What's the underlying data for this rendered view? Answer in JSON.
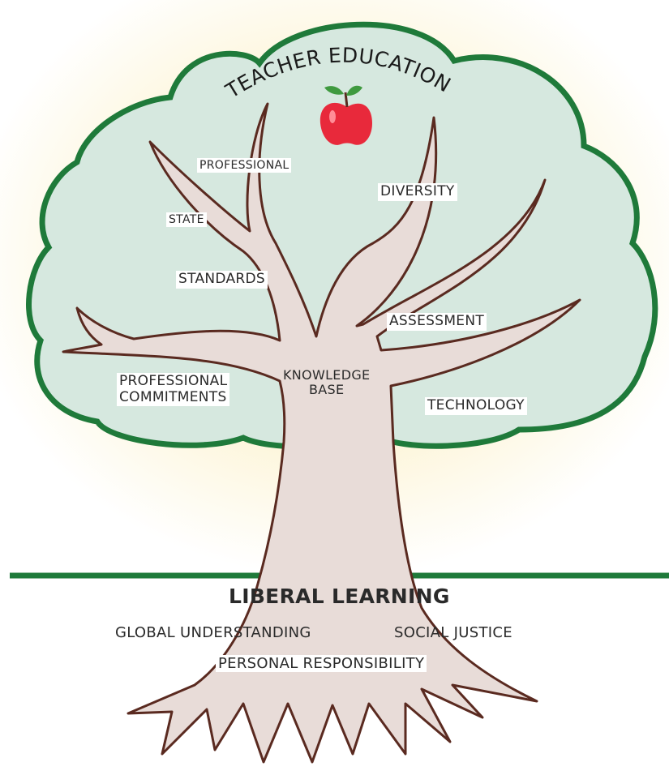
{
  "canopy": {
    "title": "TEACHER EDUCATION",
    "fill_color": "#d6e8df",
    "outline_color": "#1f7a3a",
    "apple_color": "#e8293b",
    "apple_icon": "apple-icon"
  },
  "branches": {
    "professional": "PROFESSIONAL",
    "state": "STATE",
    "standards": "STANDARDS",
    "diversity": "DIVERSITY",
    "assessment": "ASSESSMENT",
    "professional_commitments": [
      "PROFESSIONAL",
      "COMMITMENTS"
    ],
    "knowledge_base": [
      "KNOWLEDGE",
      "BASE"
    ],
    "technology": "TECHNOLOGY"
  },
  "roots": {
    "heading": "LIBERAL LEARNING",
    "global_understanding": "GLOBAL UNDERSTANDING",
    "social_justice": "SOCIAL JUSTICE",
    "personal_responsibility": "PERSONAL RESPONSIBILITY"
  },
  "colors": {
    "trunk_fill": "#e8dcd8",
    "trunk_outline": "#5a2a20",
    "ground_line": "#1f7a3a",
    "glow": "#fbf0c4"
  }
}
